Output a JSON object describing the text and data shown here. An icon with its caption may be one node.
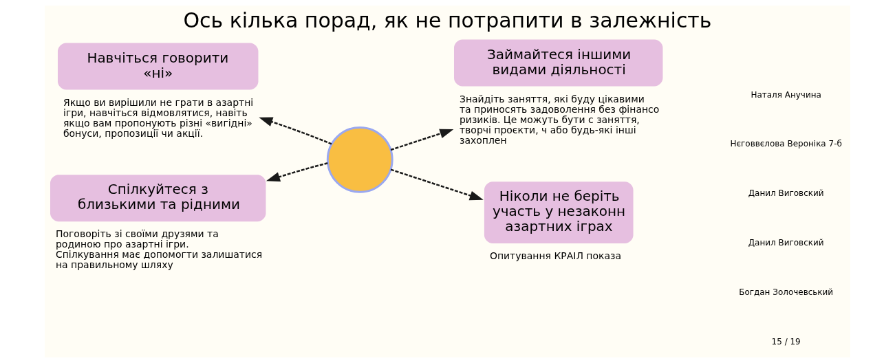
{
  "diagram": {
    "title": "Ось кілька порад, як не потрапити в залежність",
    "nodes": [
      {
        "text": [
          "Навчіться говорити «ні»"
        ],
        "beside": [
          "Якщо ви вирішили не грати в азартні ігри, навчіться відмовлятися, навіть якщо вам пропонують різні «вигідні» бонуси, пропозиції чи акції."
        ]
      },
      {
        "text": [
          "Займайтеся іншими видами діяльності"
        ],
        "beside": [
          "Знайдіть заняття, які буду цікавими та приносять задоволення без фінансо ризиків. Це можуть бути с заняття, творчі проєкти, ч або будь-які інші захоплен"
        ]
      },
      {
        "text": [],
        "shape": "circle"
      },
      {
        "text": [
          "Спілкуйтеся з близькими та рідними"
        ],
        "beside": [
          "Поговоріть зі своїми друзями та родиною про азартні ігри. Спілкування має допомогти залишатися на правильному шляху"
        ]
      },
      {
        "text": [
          "Ніколи не беріть участь у незаконн азартних іграх"
        ],
        "beside": [
          "Опитування КРАІЛ показа"
        ]
      }
    ],
    "edges": [
      {
        "from": 2,
        "to": 0,
        "arrow": "to",
        "style": "dashed"
      },
      {
        "from": 2,
        "to": 1,
        "arrow": "to",
        "style": "dashed"
      },
      {
        "from": 2,
        "to": 3,
        "arrow": "to",
        "style": "dashed"
      },
      {
        "from": 2,
        "to": 4,
        "arrow": "to",
        "style": "dashed"
      }
    ],
    "labels": [
      "Наталя Анучина",
      "Нєговвєлова Вероніка 7-б",
      "Данил Виговский",
      "Данил Виговский",
      "Богдан Золочевський",
      "15 / 19"
    ]
  }
}
